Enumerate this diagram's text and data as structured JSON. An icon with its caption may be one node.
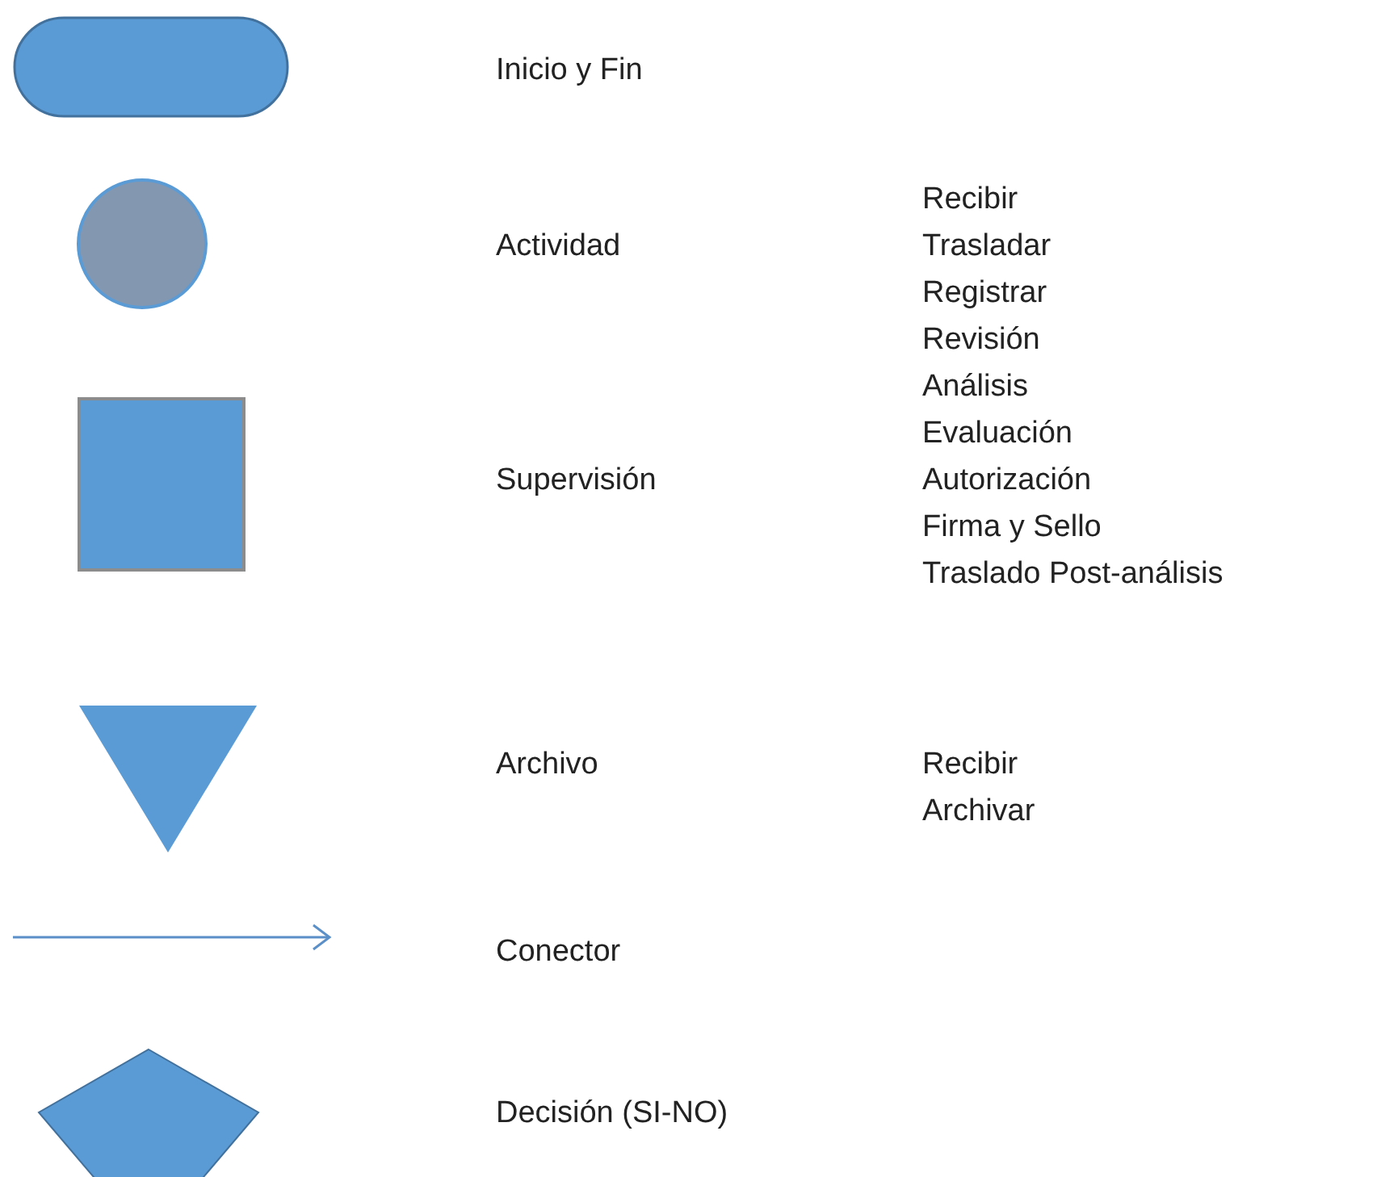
{
  "diagram": {
    "nodes": [
      {
        "text": [],
        "shape": "box"
      },
      {
        "text": [],
        "shape": "circle"
      },
      {
        "text": [],
        "shape": "square"
      },
      {
        "text": [],
        "shape": "triangle"
      },
      {
        "text": [],
        "shape": "diamond"
      }
    ],
    "labels": [
      "Inicio y Fin",
      "Recibir",
      "Actividad",
      "Trasladar",
      "Registrar",
      "Revisión",
      "Análisis",
      "Evaluación",
      "Supervisión",
      "Autorización",
      "Firma y Sello",
      "Traslado Post-análisis",
      "Archivo",
      "Recibir",
      "Archivar",
      "Conector",
      "Decisión (SI-NO)"
    ]
  }
}
